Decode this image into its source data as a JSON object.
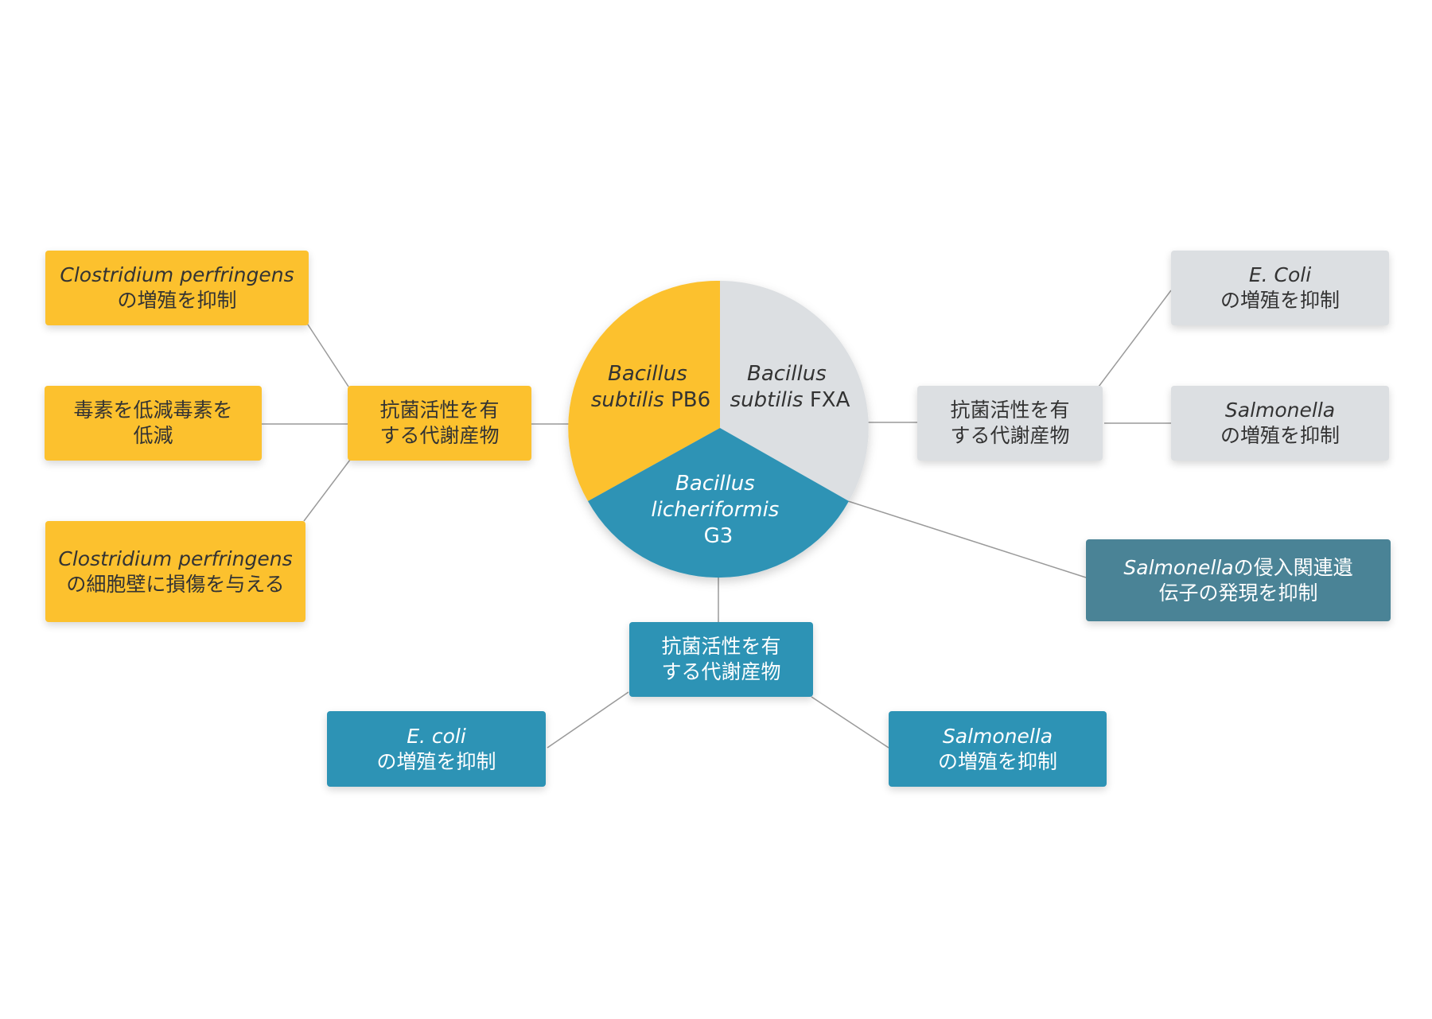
{
  "colors": {
    "yellow": "#fcc12e",
    "grey": "#dcdfe2",
    "blue": "#2d93b5",
    "teal": "#4a8396",
    "connector": "#9a9a9a"
  },
  "pie": {
    "segments": [
      {
        "key": "pb6",
        "label_lines": [
          "Bacillus",
          "subtilis PB6"
        ],
        "italic": [
          true,
          "partial"
        ],
        "color": "#fcc12e"
      },
      {
        "key": "fxa",
        "label_lines": [
          "Bacillus",
          "subtilis FXA"
        ],
        "color": "#dcdfe2"
      },
      {
        "key": "g3",
        "label_lines": [
          "Bacillus",
          "licheriformis",
          "G3"
        ],
        "color": "#2d93b5"
      }
    ]
  },
  "left": {
    "hub": {
      "line1": "抗菌活性を有",
      "line2": "する代謝産物"
    },
    "box1": {
      "italic": "Clostridium perfringens",
      "line2": "の増殖を抑制"
    },
    "box2": {
      "line1": "毒素を低減毒素を",
      "line2": "低減"
    },
    "box3": {
      "italic": "Clostridium perfringens",
      "line2": "の細胞壁に損傷を与える"
    }
  },
  "right": {
    "hub": {
      "line1": "抗菌活性を有",
      "line2": "する代謝産物"
    },
    "box1": {
      "italic": "E. Coli",
      "line2": "の増殖を抑制"
    },
    "box2": {
      "italic": "Salmonella",
      "line2": "の増殖を抑制"
    },
    "box3": {
      "italic": "Salmonella",
      "rest": "の侵入関連遺",
      "line2": "伝子の発現を抑制"
    }
  },
  "bottom": {
    "hub": {
      "line1": "抗菌活性を有",
      "line2": "する代謝産物"
    },
    "box1": {
      "italic": "E. coli",
      "line2": "の増殖を抑制"
    },
    "box2": {
      "italic": "Salmonella",
      "line2": "の増殖を抑制"
    }
  }
}
